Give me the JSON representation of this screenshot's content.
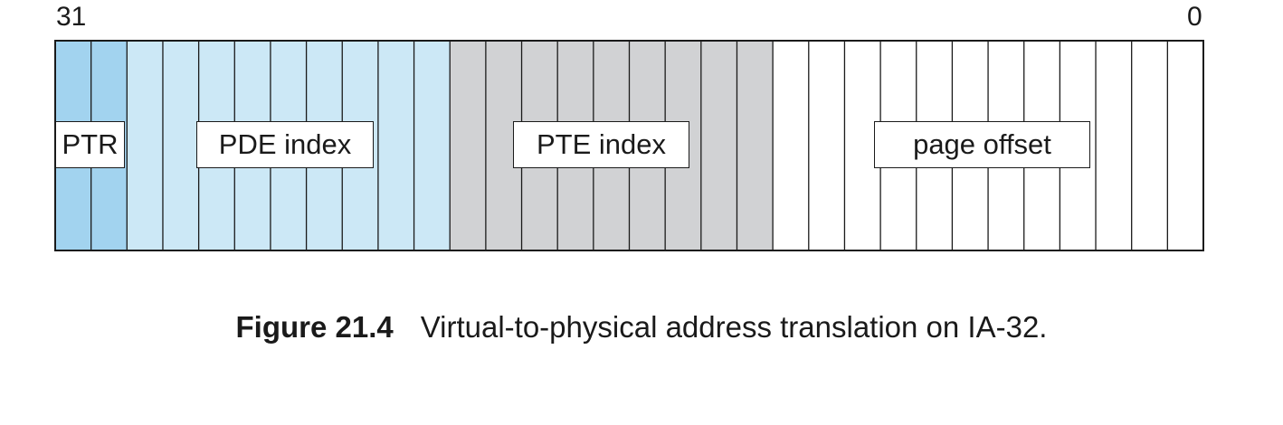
{
  "bit_high": "31",
  "bit_low": "0",
  "fields": [
    {
      "label": "PTR",
      "msb": 31,
      "lsb": 30,
      "color": "#a2d3ef"
    },
    {
      "label": "PDE index",
      "msb": 29,
      "lsb": 21,
      "color": "#cce8f6"
    },
    {
      "label": "PTE index",
      "msb": 20,
      "lsb": 12,
      "color": "#d1d2d4"
    },
    {
      "label": "page offset",
      "msb": 11,
      "lsb": 0,
      "color": "#ffffff"
    }
  ],
  "caption": {
    "label": "Figure 21.4",
    "text": "Virtual-to-physical address translation on IA-32."
  }
}
